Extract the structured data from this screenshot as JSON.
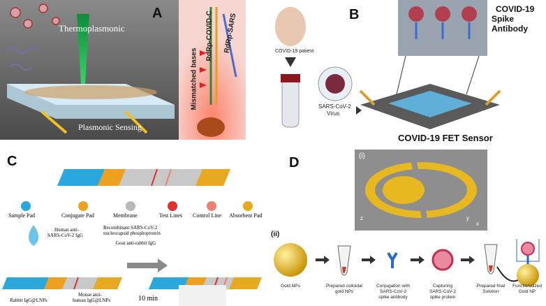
{
  "panel_a": {
    "letter": "A",
    "thermoplasmonic": "Thermoplasmonic",
    "plasmonic_sensing": "Plasmonic Sensing",
    "mismatched_bases": "Mismatched bases",
    "rdrp_covid": "RdRp-COVID-C",
    "rdrp_sars": "RdRp-SARS"
  },
  "panel_b": {
    "letter": "B",
    "patient": "COVID-19 patient",
    "virus_line1": "SARS-CoV-2",
    "virus_line2": "Virus",
    "antibody_line1": "COVID-19",
    "antibody_line2": "Spike Antibody",
    "sensor": "COVID-19 FET Sensor"
  },
  "panel_c": {
    "letter": "C",
    "legend": [
      "Sample Pad",
      "Conjugate Pad",
      "Membrane",
      "Test Lines",
      "Control Line",
      "Absorbent Pad"
    ],
    "legend_colors": [
      "#2aa7dc",
      "#f0a020",
      "#b8b8b8",
      "#e03030",
      "#f08070",
      "#e8a820"
    ],
    "igg_line1": "Human anti-",
    "igg_line2": "SARS-CoV-2 IgG",
    "recombinant_line1": "Recombinant SARS-CoV-2",
    "recombinant_line2": "nucleocapsid phosphoprotein",
    "goat": "Goat anti-rabbit IgG",
    "mouse_line1": "Mouse anti-",
    "mouse_line2": "human IgG@LNPs",
    "rabbit": "Rabbit IgG@LNPs",
    "time": "10 min"
  },
  "panel_d": {
    "letter": "D",
    "sub_i": "(i)",
    "sub_ii": "(ii)",
    "axis_x": "x",
    "axis_y": "y",
    "axis_z": "z",
    "steps": [
      [
        "Gold NPs"
      ],
      [
        "Prepared colloidal",
        "gold NPs"
      ],
      [
        "Conjugation with",
        "SARS-CoV-2",
        "spike antibody"
      ],
      [
        "Capturing",
        "SARS-CoV-2",
        "spike protein"
      ],
      [
        "Prepared final",
        "Solution"
      ],
      [
        "Functionalized",
        "Gold NP"
      ]
    ]
  }
}
